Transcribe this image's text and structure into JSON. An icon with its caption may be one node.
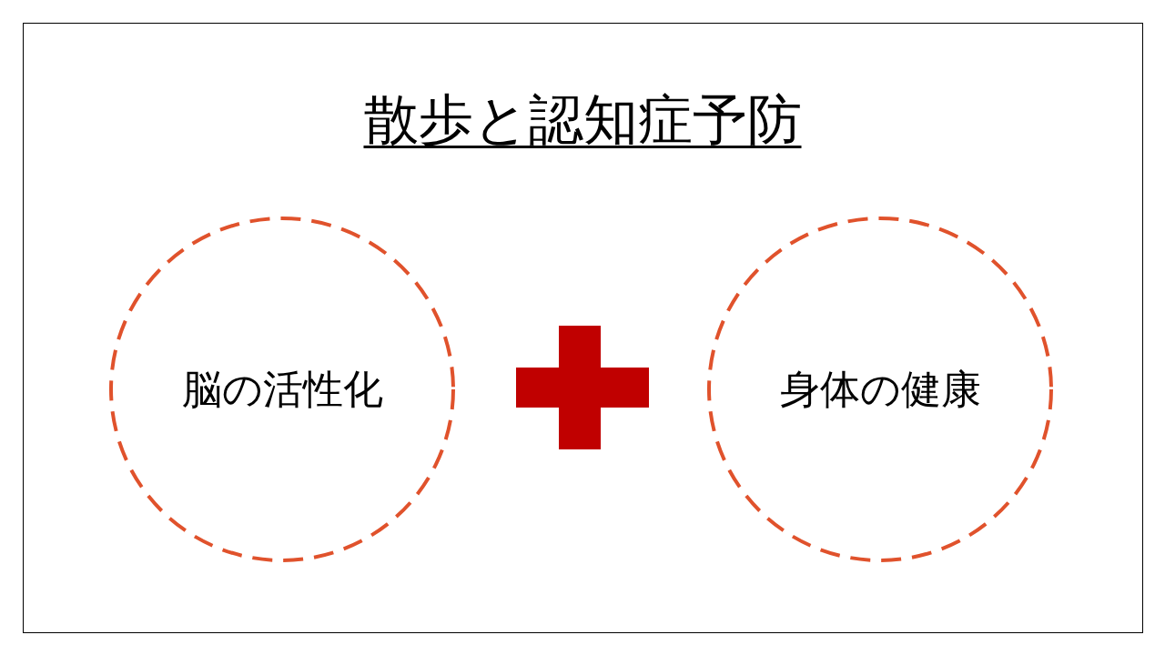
{
  "diagram": {
    "title": "散歩と認知症予防",
    "nodes": [
      {
        "text": [
          "脳の活性化"
        ]
      },
      {
        "text": [
          "身体の健康"
        ]
      }
    ]
  }
}
